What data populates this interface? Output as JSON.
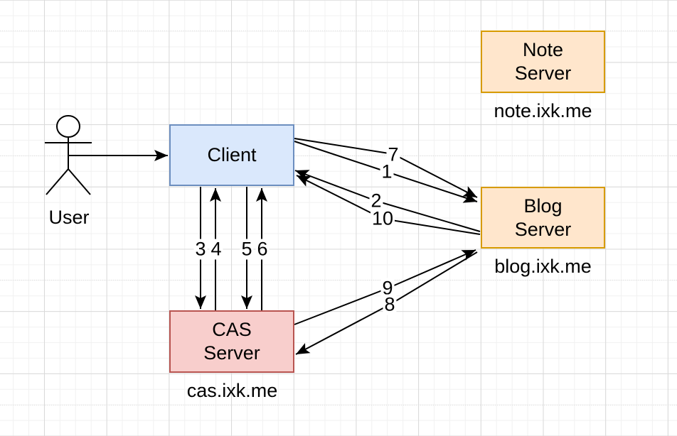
{
  "actor": {
    "label": "User"
  },
  "nodes": {
    "client": {
      "label": "Client",
      "fill": "#dae8fc",
      "stroke": "#6c8ebf"
    },
    "note_server": {
      "label_line1": "Note",
      "label_line2": "Server",
      "domain": "note.ixk.me",
      "fill": "#ffe6cc",
      "stroke": "#d79b00"
    },
    "blog_server": {
      "label_line1": "Blog",
      "label_line2": "Server",
      "domain": "blog.ixk.me",
      "fill": "#ffe6cc",
      "stroke": "#d79b00"
    },
    "cas_server": {
      "label_line1": "CAS",
      "label_line2": "Server",
      "domain": "cas.ixk.me",
      "fill": "#f8cecc",
      "stroke": "#b85450"
    }
  },
  "edges": {
    "user": {
      "label": "",
      "from": "User",
      "to": "Client"
    },
    "e1": {
      "label": "1",
      "from": "Client",
      "to": "Blog Server"
    },
    "e2": {
      "label": "2",
      "from": "Blog Server",
      "to": "Client"
    },
    "e3": {
      "label": "3",
      "from": "Client",
      "to": "CAS Server"
    },
    "e4": {
      "label": "4",
      "from": "CAS Server",
      "to": "Client"
    },
    "e5": {
      "label": "5",
      "from": "Client",
      "to": "CAS Server"
    },
    "e6": {
      "label": "6",
      "from": "CAS Server",
      "to": "Client"
    },
    "e7": {
      "label": "7",
      "from": "Client",
      "to": "Blog Server"
    },
    "e8": {
      "label": "8",
      "from": "Blog Server",
      "to": "CAS Server"
    },
    "e9": {
      "label": "9",
      "from": "CAS Server",
      "to": "Blog Server"
    },
    "e10": {
      "label": "10",
      "from": "Blog Server",
      "to": "Client"
    }
  }
}
